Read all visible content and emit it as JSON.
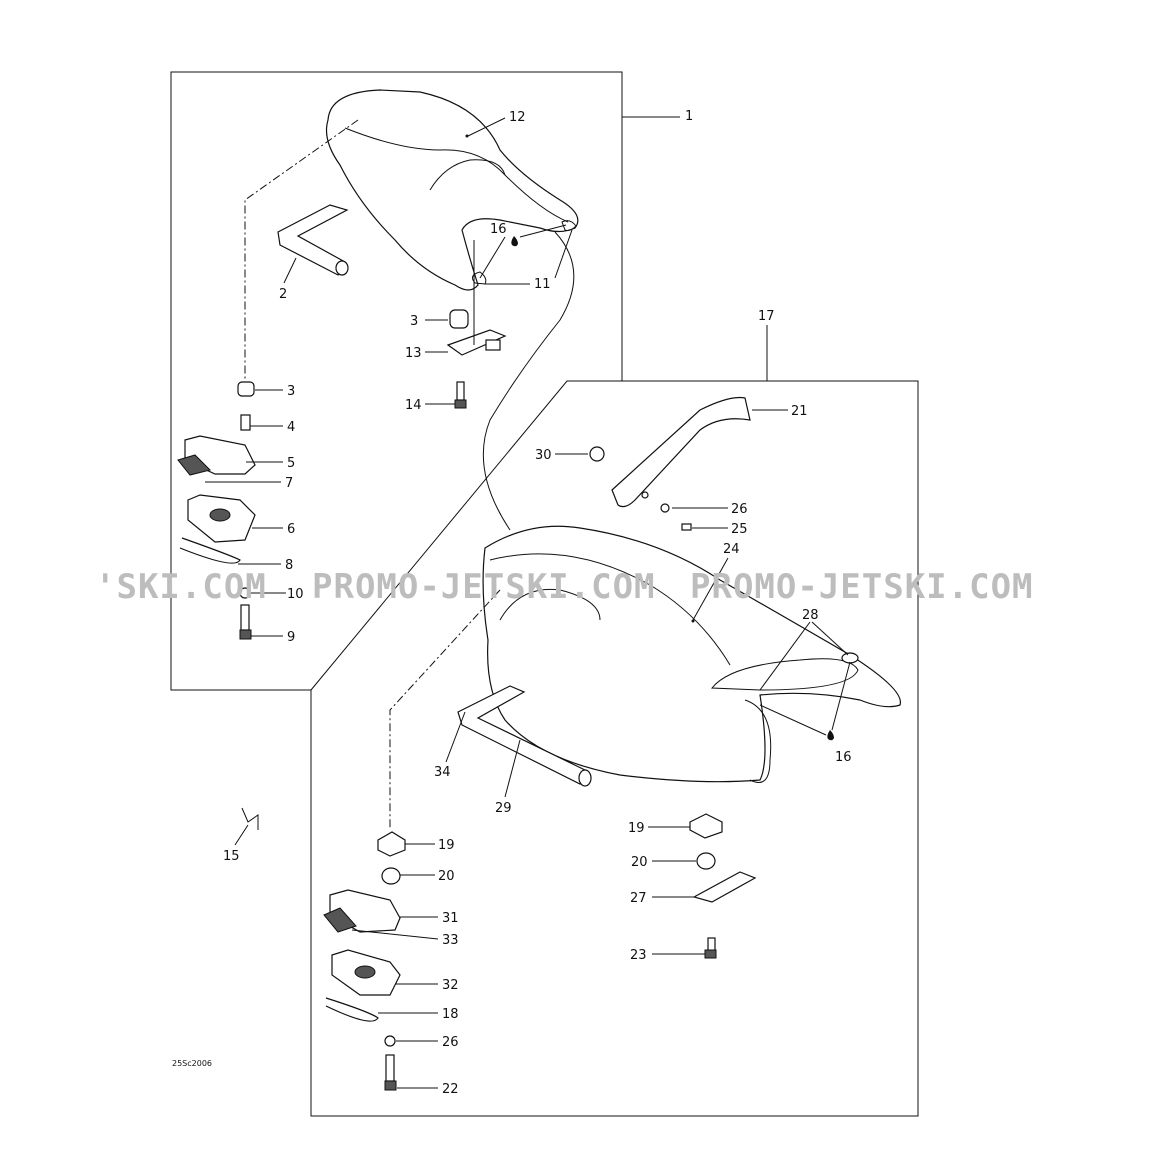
{
  "drawing_code": "25Sc2006",
  "watermark": [
    "'SKI.COM",
    "PROMO-JETSKI.COM",
    "PROMO-JETSKI.COM"
  ],
  "callouts": {
    "c1": "1",
    "c12": "12",
    "c2": "2",
    "c16a": "16",
    "c11": "11",
    "c3a": "3",
    "c13": "13",
    "c14": "14",
    "c3b": "3",
    "c4": "4",
    "c5": "5",
    "c7": "7",
    "c6": "6",
    "c8": "8",
    "c10": "10",
    "c9": "9",
    "c17": "17",
    "c21": "21",
    "c30": "30",
    "c26a": "26",
    "c25": "25",
    "c24": "24",
    "c28": "28",
    "c16b": "16",
    "c34": "34",
    "c29": "29",
    "c15": "15",
    "c19a": "19",
    "c20a": "20",
    "c31": "31",
    "c33": "33",
    "c32": "32",
    "c18": "18",
    "c26b": "26",
    "c22": "22",
    "c19b": "19",
    "c20b": "20",
    "c27": "27",
    "c23": "23"
  }
}
